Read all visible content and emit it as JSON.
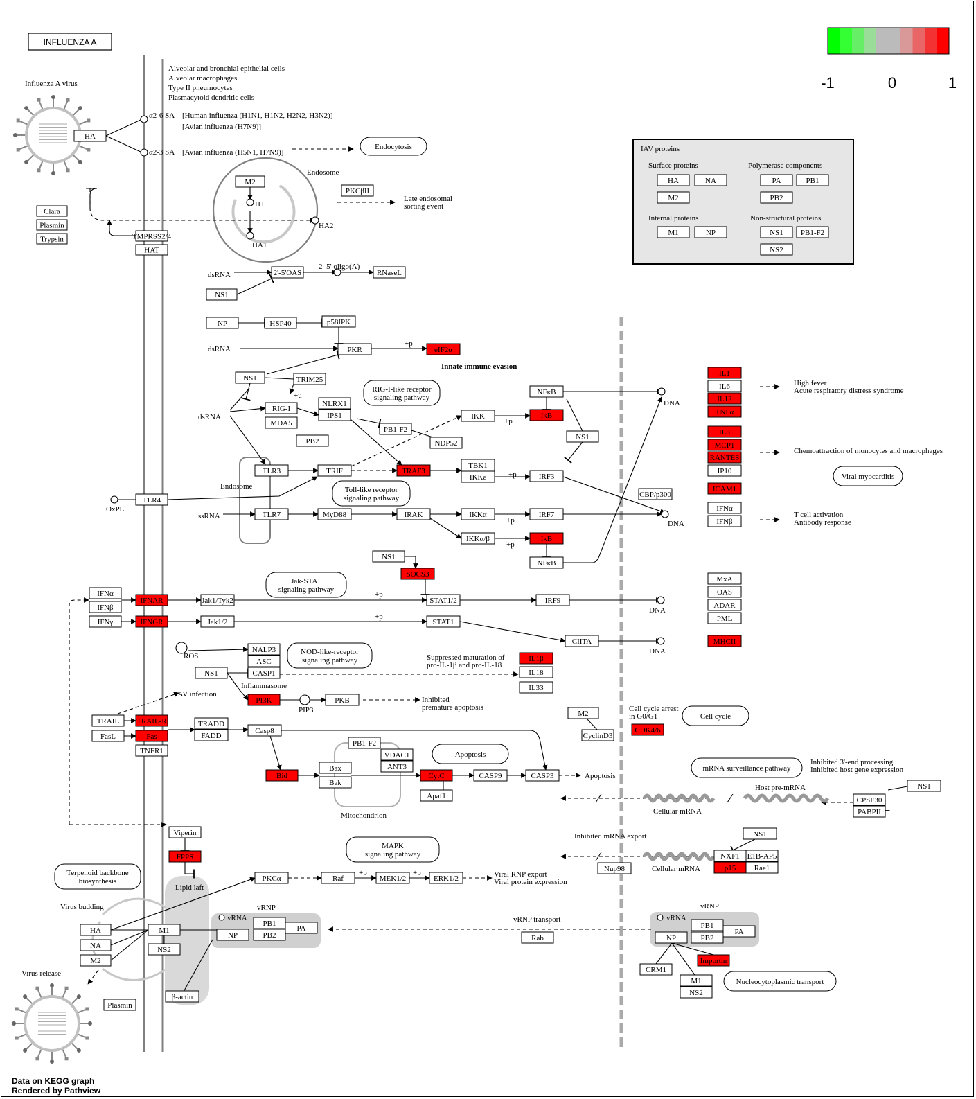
{
  "title": "INFLUENZA A",
  "footer": [
    "Data on KEGG graph",
    "Rendered by Pathview"
  ],
  "legend": {
    "colors": [
      "#00ff00",
      "#33ff33",
      "#66ee66",
      "#99dd99",
      "#bbbbbb",
      "#bbbbbb",
      "#d99999",
      "#e86666",
      "#f33333",
      "#ff0000"
    ],
    "ticks": [
      "-1",
      "0",
      "1"
    ]
  },
  "colors": {
    "high": "#ff0000",
    "membrane": "#808080",
    "group_fill": "#d9d9d9",
    "box_fill": "#e6e6e6"
  },
  "cell_types": [
    "Alveolar and bronchial epithelial cells",
    "Alveolar macrophages",
    "Type II pneumocytes",
    "Plasmacytoid dendritic cells"
  ],
  "iav_proteins": {
    "title": "IAV proteins",
    "surface_title": "Surface proteins",
    "surface": [
      "HA",
      "NA",
      "M2"
    ],
    "polymerase_title": "Polymerase components",
    "polymerase": [
      "PA",
      "PB1",
      "PB2"
    ],
    "internal_title": "Internal proteins",
    "internal": [
      "M1",
      "NP"
    ],
    "nonstructural_title": "Non-structural proteins",
    "nonstructural": [
      "NS1",
      "PB1-F2",
      "NS2"
    ]
  },
  "nodes": [
    {
      "id": "HA",
      "label": "HA"
    },
    {
      "id": "Clara",
      "label": "Clara"
    },
    {
      "id": "Plasmin",
      "label": "Plasmin"
    },
    {
      "id": "Trypsin",
      "label": "Trypsin"
    },
    {
      "id": "TMPRSS2",
      "label": "TMPRSS2/4"
    },
    {
      "id": "HAT",
      "label": "HAT"
    },
    {
      "id": "M2_endo",
      "label": "M2"
    },
    {
      "id": "PKCbII",
      "label": "PKCβII"
    },
    {
      "id": "OAS",
      "label": "2'-5'OAS"
    },
    {
      "id": "RNaseL",
      "label": "RNaseL"
    },
    {
      "id": "NS1_a",
      "label": "NS1"
    },
    {
      "id": "NP_a",
      "label": "NP"
    },
    {
      "id": "HSP40",
      "label": "HSP40"
    },
    {
      "id": "p58IPK",
      "label": "p58IPK"
    },
    {
      "id": "PKR",
      "label": "PKR"
    },
    {
      "id": "eIF2a",
      "label": "eIF2α",
      "hl": true
    },
    {
      "id": "NS1_b",
      "label": "NS1"
    },
    {
      "id": "TRIM25",
      "label": "TRIM25"
    },
    {
      "id": "RIGI",
      "label": "RIG-I"
    },
    {
      "id": "MDA5",
      "label": "MDA5"
    },
    {
      "id": "NLRX1",
      "label": "NLRX1"
    },
    {
      "id": "IPS1",
      "label": "IPS1"
    },
    {
      "id": "PB2_a",
      "label": "PB2"
    },
    {
      "id": "PB1F2_a",
      "label": "PB1-F2"
    },
    {
      "id": "NDP52",
      "label": "NDP52"
    },
    {
      "id": "IKK",
      "label": "IKK"
    },
    {
      "id": "NFkB_a",
      "label": "NFκB"
    },
    {
      "id": "IkB_a",
      "label": "IκB",
      "hl": true
    },
    {
      "id": "NS1_c",
      "label": "NS1"
    },
    {
      "id": "TLR3",
      "label": "TLR3"
    },
    {
      "id": "TRIF",
      "label": "TRIF"
    },
    {
      "id": "TRAF3",
      "label": "TRAF3",
      "hl": true
    },
    {
      "id": "TBK1",
      "label": "TBK1"
    },
    {
      "id": "IKKe",
      "label": "IKKε"
    },
    {
      "id": "IRF3",
      "label": "IRF3"
    },
    {
      "id": "TLR4",
      "label": "TLR4"
    },
    {
      "id": "TLR7",
      "label": "TLR7"
    },
    {
      "id": "MyD88",
      "label": "MyD88"
    },
    {
      "id": "IRAK",
      "label": "IRAK"
    },
    {
      "id": "IKKa",
      "label": "IKKα"
    },
    {
      "id": "IRF7",
      "label": "IRF7"
    },
    {
      "id": "IKKab",
      "label": "IKKα/β"
    },
    {
      "id": "IkB_b",
      "label": "IκB",
      "hl": true
    },
    {
      "id": "NFkB_b",
      "label": "NFκB"
    },
    {
      "id": "CBP",
      "label": "CBP/p300"
    },
    {
      "id": "IL1",
      "label": "IL1",
      "hl": true
    },
    {
      "id": "IL6",
      "label": "IL6"
    },
    {
      "id": "IL12",
      "label": "IL12",
      "hl": true
    },
    {
      "id": "TNFa",
      "label": "TNFα",
      "hl": true
    },
    {
      "id": "IL8",
      "label": "IL8",
      "hl": true
    },
    {
      "id": "MCP1",
      "label": "MCP1",
      "hl": true
    },
    {
      "id": "RANTES",
      "label": "RANTES",
      "hl": true
    },
    {
      "id": "IP10",
      "label": "IP10"
    },
    {
      "id": "ICAM1",
      "label": "ICAM1",
      "hl": true
    },
    {
      "id": "IFNa_out",
      "label": "IFNα"
    },
    {
      "id": "IFNb_out",
      "label": "IFNβ"
    },
    {
      "id": "NS1_d",
      "label": "NS1"
    },
    {
      "id": "SOCS3",
      "label": "SOCS3",
      "hl": true
    },
    {
      "id": "IFNa_in",
      "label": "IFNα"
    },
    {
      "id": "IFNb_in",
      "label": "IFNβ"
    },
    {
      "id": "IFNg",
      "label": "IFNγ"
    },
    {
      "id": "IFNAR",
      "label": "IFNAR",
      "hl": true
    },
    {
      "id": "IFNGR",
      "label": "IFNGR",
      "hl": true
    },
    {
      "id": "JakTyk",
      "label": "Jak1/Tyk2"
    },
    {
      "id": "Jak12",
      "label": "Jak1/2"
    },
    {
      "id": "STAT12",
      "label": "STAT1/2"
    },
    {
      "id": "STAT1",
      "label": "STAT1"
    },
    {
      "id": "IRF9",
      "label": "IRF9"
    },
    {
      "id": "CIITA",
      "label": "CIITA"
    },
    {
      "id": "MxA",
      "label": "MxA"
    },
    {
      "id": "OAS2",
      "label": "OAS"
    },
    {
      "id": "ADAR",
      "label": "ADAR"
    },
    {
      "id": "PML",
      "label": "PML"
    },
    {
      "id": "MHCII",
      "label": "MHCII",
      "hl": true
    },
    {
      "id": "NALP3",
      "label": "NALP3"
    },
    {
      "id": "ASC",
      "label": "ASC"
    },
    {
      "id": "CASP1",
      "label": "CASP1"
    },
    {
      "id": "NS1_e",
      "label": "NS1"
    },
    {
      "id": "IL1b",
      "label": "IL1β",
      "hl": true
    },
    {
      "id": "IL18",
      "label": "IL18"
    },
    {
      "id": "IL33",
      "label": "IL33"
    },
    {
      "id": "PI3K",
      "label": "PI3K",
      "hl": true
    },
    {
      "id": "PKB",
      "label": "PKB"
    },
    {
      "id": "TRAIL",
      "label": "TRAIL"
    },
    {
      "id": "FasL",
      "label": "FasL"
    },
    {
      "id": "TRAILR",
      "label": "TRAIL-R",
      "hl": true
    },
    {
      "id": "Fas",
      "label": "Fas",
      "hl": true
    },
    {
      "id": "TNFR1",
      "label": "TNFR1"
    },
    {
      "id": "TRADD",
      "label": "TRADD"
    },
    {
      "id": "FADD",
      "label": "FADD"
    },
    {
      "id": "Casp8",
      "label": "Casp8"
    },
    {
      "id": "PB1F2_b",
      "label": "PB1-F2"
    },
    {
      "id": "VDAC1",
      "label": "VDAC1"
    },
    {
      "id": "ANT3",
      "label": "ANT3"
    },
    {
      "id": "Bid",
      "label": "Bid",
      "hl": true
    },
    {
      "id": "Bax",
      "label": "Bax"
    },
    {
      "id": "Bak",
      "label": "Bak"
    },
    {
      "id": "CytC",
      "label": "CytC",
      "hl": true
    },
    {
      "id": "Apaf1",
      "label": "Apaf1"
    },
    {
      "id": "CASP9",
      "label": "CASP9"
    },
    {
      "id": "CASP3",
      "label": "CASP3"
    },
    {
      "id": "M2_cc",
      "label": "M2"
    },
    {
      "id": "CyclinD3",
      "label": "CyclinD3"
    },
    {
      "id": "CDK46",
      "label": "CDK4/6",
      "hl": true
    },
    {
      "id": "NS1_f",
      "label": "NS1"
    },
    {
      "id": "CPSF30",
      "label": "CPSF30"
    },
    {
      "id": "PABPII",
      "label": "PABPII"
    },
    {
      "id": "NS1_g",
      "label": "NS1"
    },
    {
      "id": "NXF1",
      "label": "NXF1"
    },
    {
      "id": "E1BAP5",
      "label": "E1B-AP5"
    },
    {
      "id": "p15",
      "label": "p15",
      "hl": true
    },
    {
      "id": "Rae1",
      "label": "Rae1"
    },
    {
      "id": "Nup98",
      "label": "Nup98"
    },
    {
      "id": "Viperin",
      "label": "Viperin"
    },
    {
      "id": "FPPS",
      "label": "FPPS",
      "hl": true
    },
    {
      "id": "PKCa",
      "label": "PKCα"
    },
    {
      "id": "Raf",
      "label": "Raf"
    },
    {
      "id": "MEK12",
      "label": "MEK1/2"
    },
    {
      "id": "ERK12",
      "label": "ERK1/2"
    },
    {
      "id": "HA_b",
      "label": "HA"
    },
    {
      "id": "NA_b",
      "label": "NA"
    },
    {
      "id": "M2_b",
      "label": "M2"
    },
    {
      "id": "M1_b",
      "label": "M1"
    },
    {
      "id": "NS2_b",
      "label": "NS2"
    },
    {
      "id": "Plasmin_b",
      "label": "Plasmin"
    },
    {
      "id": "bactin",
      "label": "β-actin"
    },
    {
      "id": "NP_l",
      "label": "NP"
    },
    {
      "id": "PB1_l",
      "label": "PB1"
    },
    {
      "id": "PB2_l",
      "label": "PB2"
    },
    {
      "id": "PA_l",
      "label": "PA"
    },
    {
      "id": "Rab",
      "label": "Rab"
    },
    {
      "id": "NP_r",
      "label": "NP"
    },
    {
      "id": "PB1_r",
      "label": "PB1"
    },
    {
      "id": "PB2_r",
      "label": "PB2"
    },
    {
      "id": "PA_r",
      "label": "PA"
    },
    {
      "id": "CRM1",
      "label": "CRM1"
    },
    {
      "id": "M1_r",
      "label": "M1"
    },
    {
      "id": "NS2_r",
      "label": "NS2"
    },
    {
      "id": "Importin",
      "label": "Importin",
      "hl": true
    }
  ],
  "pathway_links": [
    "Endocytosis",
    "RIG-I-like receptor\nsignaling pathway",
    "Toll-like receptor\nsignaling pathway",
    "Jak-STAT\nsignaling pathway",
    "NOD-like-receptor\nsignaling pathway",
    "Apoptosis",
    "Cell cycle",
    "mRNA surveillance pathway",
    "MAPK\nsignaling pathway",
    "Terpenoid backbone\nbiosynthesis",
    "Viral myocarditis",
    "Nucleocytoplasmic transport"
  ],
  "labels": [
    "Influenza A virus",
    "α2-6 SA",
    "[Human influenza (H1N1, H1N2, H2N2, H3N2)]",
    "[Avian influenza (H7N9)]",
    "α2-3 SA",
    "[Avian influenza (H5N1, H7N9)]",
    "Endosome",
    "H+",
    "HA2",
    "HA1",
    "Late endosomal\nsorting event",
    "dsRNA",
    "2'-5' oligo(A)",
    "dsRNA",
    "+p",
    "Innate immune evasion",
    "dsRNA",
    "+u",
    "+p",
    "Endosome",
    "+p",
    "OxPL",
    "ssRNA",
    "+p",
    "+p",
    "DNA",
    "DNA",
    "High fever\nAcute respiratory distress syndrome",
    "Chemoattraction of monocytes and macrophages",
    "T cell activation\nAntibody response",
    "+p",
    "+p",
    "DNA",
    "DNA",
    "ROS",
    "Inflammasome",
    "IAV infection",
    "PIP3",
    "Suppressed maturation of\npro-IL-1β and pro-IL-18",
    "Inhibited\npremature apoptosis",
    "Cell cycle arrest\nin G0/G1",
    "Apoptosis",
    "Mitochondrion",
    "Inhibited 3'-end processing\nInhibited host gene expression",
    "Host pre-mRNA",
    "Cellular mRNA",
    "Inhibited mRNA export",
    "Cellular mRNA",
    "Lipid laft",
    "+p",
    "+p",
    "Viral RNP export\nViral protein expression",
    "Virus budding",
    "vRNP",
    "vRNA",
    "vRNP transport",
    "vRNP",
    "vRNA",
    "Virus release"
  ]
}
